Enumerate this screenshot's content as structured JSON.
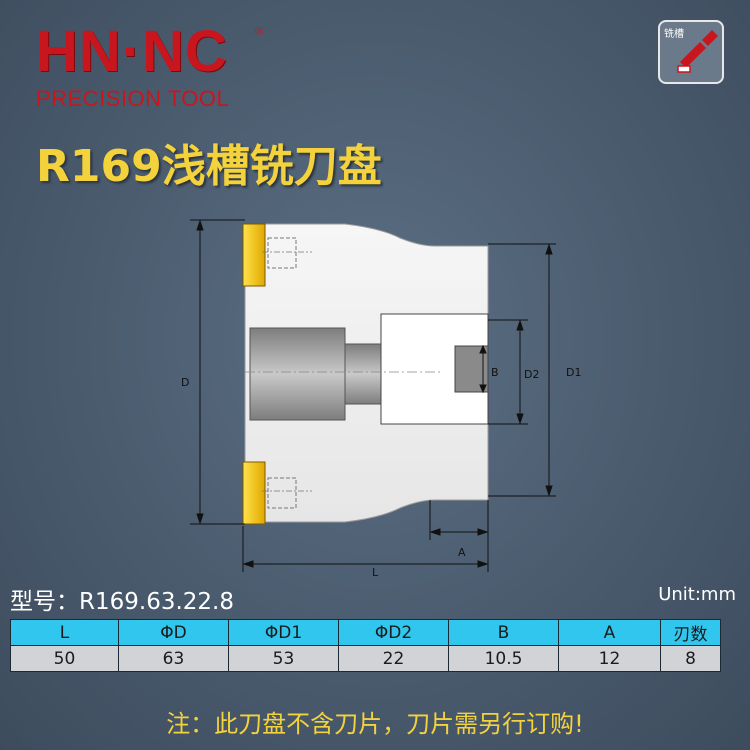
{
  "brand": {
    "logo": "HN·NC",
    "registered": "®",
    "tagline": "PRECISION TOOL"
  },
  "badge": {
    "label": "铣槽",
    "icon": "milling-slot-icon"
  },
  "title": "R169浅槽铣刀盘",
  "drawing": {
    "labels": {
      "D": "D",
      "D1": "D1",
      "D2": "D2",
      "B": "B",
      "A": "A",
      "L": "L"
    }
  },
  "model": {
    "label": "型号：",
    "value": "R169.63.22.8"
  },
  "unit": "Unit:mm",
  "table": {
    "headers": [
      "L",
      "ΦD",
      "ΦD1",
      "ΦD2",
      "B",
      "A",
      "刃数"
    ],
    "values": [
      "50",
      "63",
      "53",
      "22",
      "10.5",
      "12",
      "8"
    ]
  },
  "note": "注：此刀盘不含刀片，刀片需另行订购!",
  "colors": {
    "brand_red": "#c8161e",
    "title_yellow": "#f3d23c",
    "table_header": "#30c6ee",
    "table_body": "#d2d3d6",
    "insert_yellow": "#f5c800"
  }
}
